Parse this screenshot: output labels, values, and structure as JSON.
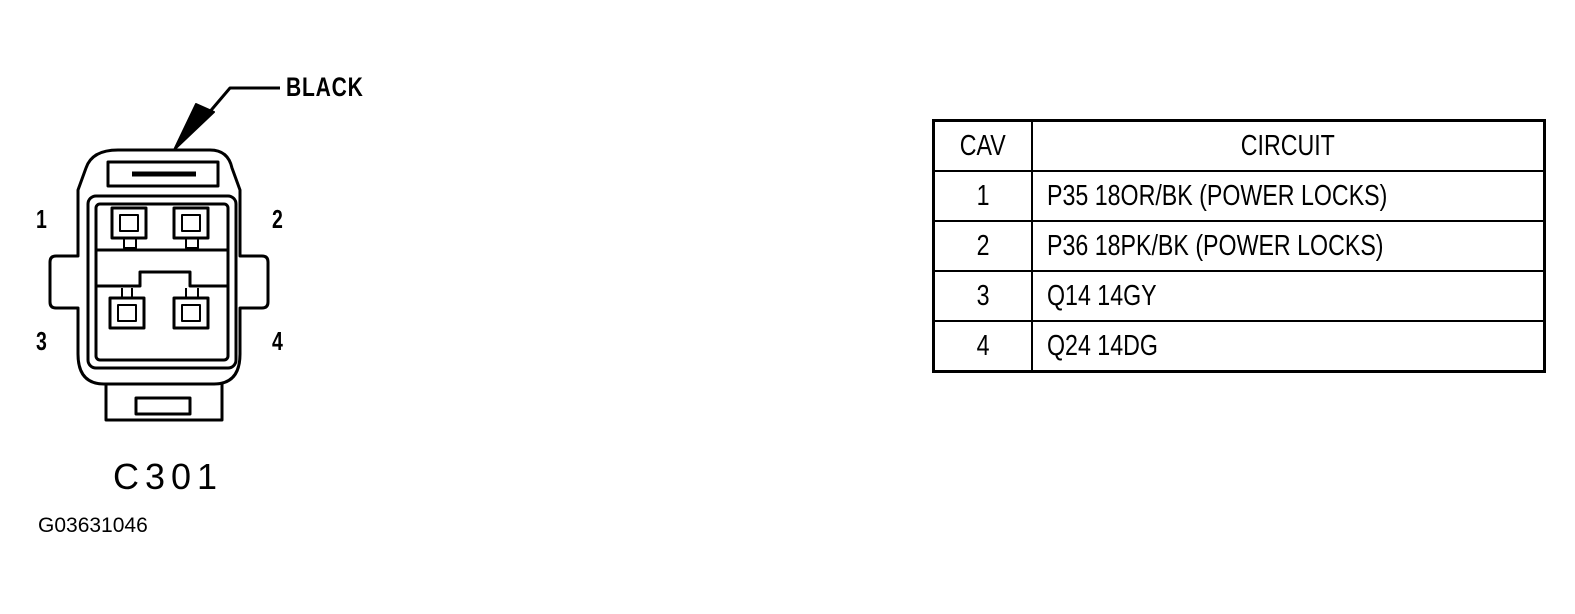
{
  "connector": {
    "color_label": "BLACK",
    "id": "C301",
    "pins": [
      "1",
      "2",
      "3",
      "4"
    ]
  },
  "figure_id": "G03631046",
  "table": {
    "headers": {
      "cav": "CAV",
      "circuit": "CIRCUIT"
    },
    "rows": [
      {
        "cav": "1",
        "circuit": "P35 18OR/BK (POWER LOCKS)"
      },
      {
        "cav": "2",
        "circuit": "P36 18PK/BK (POWER LOCKS)"
      },
      {
        "cav": "3",
        "circuit": "Q14 14GY"
      },
      {
        "cav": "4",
        "circuit": "Q24 14DG"
      }
    ]
  }
}
